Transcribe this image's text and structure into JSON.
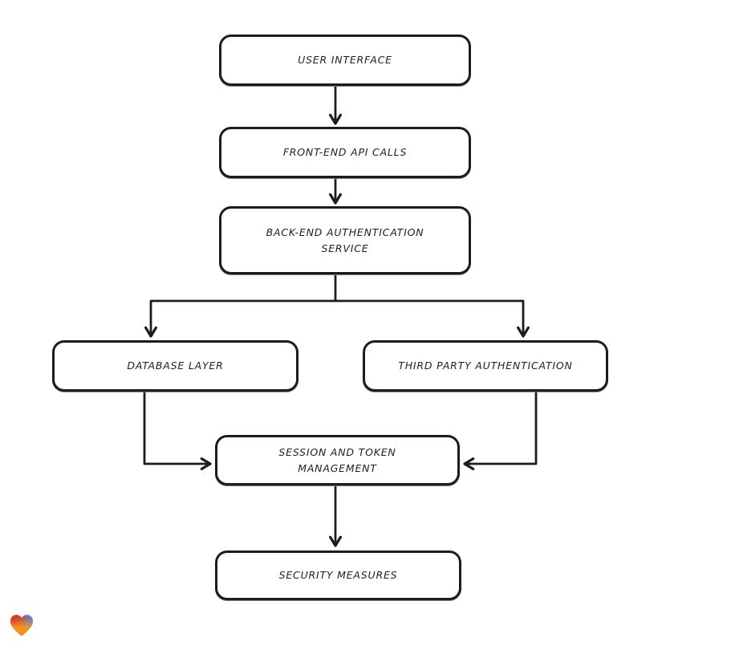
{
  "diagram": {
    "type": "flowchart",
    "nodes": [
      {
        "id": "user-interface",
        "label": "USER INTERFACE"
      },
      {
        "id": "front-end-api-calls",
        "label": "FRONT-END API CALLS"
      },
      {
        "id": "back-end-auth-service",
        "label": "BACK-END AUTHENTICATION SERVICE"
      },
      {
        "id": "database-layer",
        "label": "DATABASE LAYER"
      },
      {
        "id": "third-party-auth",
        "label": "THIRD PARTY AUTHENTICATION"
      },
      {
        "id": "session-token-management",
        "label": "SESSION AND TOKEN MANAGEMENT"
      },
      {
        "id": "security-measures",
        "label": "SECURITY MEASURES"
      }
    ],
    "edges": [
      {
        "from": "user-interface",
        "to": "front-end-api-calls"
      },
      {
        "from": "front-end-api-calls",
        "to": "back-end-auth-service"
      },
      {
        "from": "back-end-auth-service",
        "to": "database-layer"
      },
      {
        "from": "back-end-auth-service",
        "to": "third-party-auth"
      },
      {
        "from": "database-layer",
        "to": "session-token-management"
      },
      {
        "from": "third-party-auth",
        "to": "session-token-management"
      },
      {
        "from": "session-token-management",
        "to": "security-measures"
      }
    ],
    "style": {
      "stroke_color": "#1c1c1c",
      "node_fill": "#ffffff",
      "background": "#ffffff",
      "text_color": "#1f1f1f"
    }
  },
  "branding": {
    "logo": "heart-logo",
    "logo_colors": [
      "#e42a2d",
      "#3b8de0",
      "#f59b1e"
    ]
  }
}
